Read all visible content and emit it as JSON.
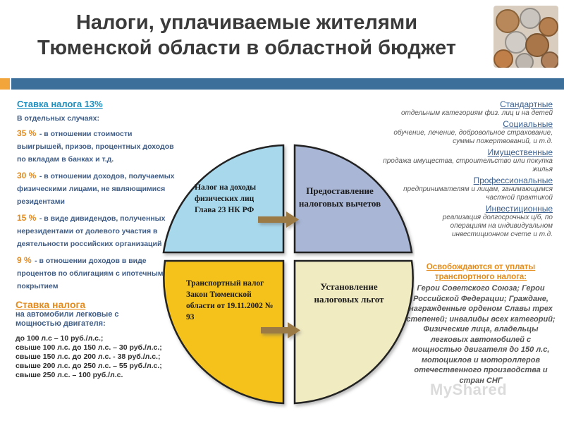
{
  "title": {
    "line1": "Налоги, уплачиваемые жителями",
    "line2": "Тюменской области в областной бюджет"
  },
  "left_top": {
    "heading": "Ставка налога 13%",
    "subheading": "В отдельных случаях:",
    "items": [
      {
        "pct": "35 %",
        "text": "- в отношении стоимости выигрышей, призов, процентных доходов по вкладам в банках и т.д."
      },
      {
        "pct": "30 %",
        "text": "- в отношении доходов, получаемых физическими лицами, не являющимися резидентами"
      },
      {
        "pct": "15 %",
        "text": "- в виде дивидендов, полученных нерезидентами от долевого участия в деятельности российских организаций"
      },
      {
        "pct": "9 %",
        "text": "- в отношении доходов в виде процентов по облигациям с ипотечным покрытием"
      }
    ]
  },
  "left_bottom": {
    "heading": "Ставка налога",
    "subheading": "на автомобили легковые с мощностью двигателя:",
    "rates": [
      "до 100 л.с – 10 руб./л.с.;",
      "свыше 100 л.с. до 150 л.с. – 30 руб./л.с.;",
      "свыше 150 л.с. до 200 л.с. - 38 руб./л.с.;",
      "свыше 200 л.с. до 250 л.с. – 55 руб./л.с.;",
      "свыше 250 л.с. – 100 руб./л.с."
    ]
  },
  "quadrants": {
    "top_left": "Налог на доходы физических лиц Глава 23 НК РФ",
    "top_right": "Предоставление налоговых вычетов",
    "bottom_left": "Транспортный налог Закон Тюменской области от 19.11.2002 № 93",
    "bottom_right": "Установление налоговых льгот"
  },
  "deductions": [
    {
      "name": "Стандартные",
      "desc": "отдельным категориям физ. лиц и на детей"
    },
    {
      "name": "Социальные",
      "desc": "обучение, лечение, добровольное страхование, суммы пожертвований, и т.д."
    },
    {
      "name": "Имущественные",
      "desc": "продажа имущества, строительство или покупка жилья"
    },
    {
      "name": "Профессиональные",
      "desc": "предпринимателям и лицам, занимающимся частной практикой"
    },
    {
      "name": "Инвестиционные",
      "desc": "реализация долгосрочных ц/б, по операциям на индивидуальном инвестиционном счете и т.д."
    }
  ],
  "exemptions": {
    "heading": "Освобождаются от уплаты транспортного налога:",
    "list": "Герои Советского Союза; Герои Российской Федерации; Граждане, награжденные орденом Славы трех степеней; инвалиды всех категорий; Физические лица, владельцы легковых автомобилей с мощностью двигателя до 150 л.с, мотоциклов и мотороллеров отечественного производства и стран СНГ"
  },
  "watermark": "MyShared",
  "colors": {
    "orange": "#e48b1b",
    "blue_bar": "#3c6f9a",
    "quad_top_left": "#a8d8ec",
    "quad_top_right": "#a9b6d6",
    "quad_bottom_left": "#f5c21b",
    "quad_bottom_right": "#f1ebc2"
  }
}
